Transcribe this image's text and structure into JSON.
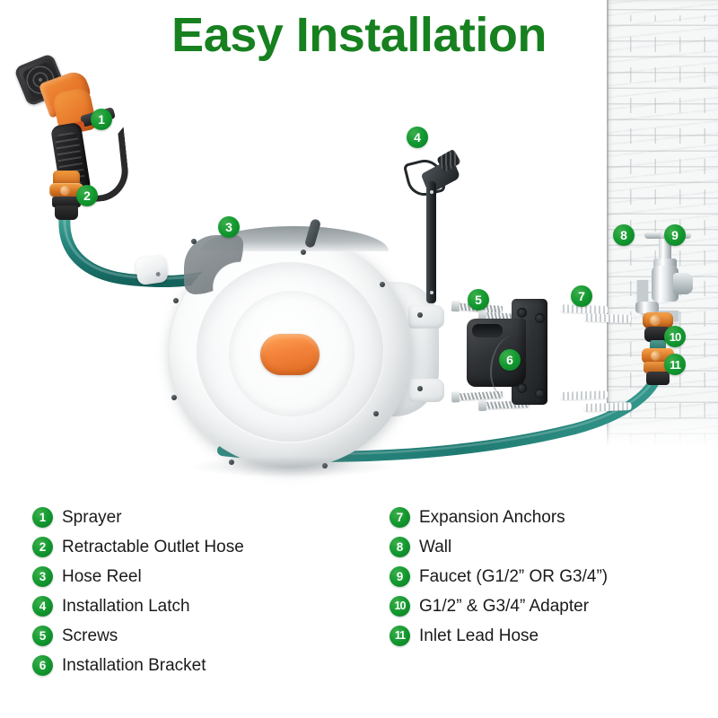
{
  "title": "Easy Installation",
  "colors": {
    "title_green": "#17801f",
    "badge_green": "#139a30",
    "accent_orange": "#f4823a",
    "hose_teal": "#2a8a80",
    "bracket_dark": "#2e3134",
    "wall_white": "#f6f7f7"
  },
  "legend": {
    "left": [
      {
        "num": "1",
        "label": "Sprayer"
      },
      {
        "num": "2",
        "label": "Retractable Outlet Hose"
      },
      {
        "num": "3",
        "label": "Hose Reel"
      },
      {
        "num": "4",
        "label": "Installation Latch"
      },
      {
        "num": "5",
        "label": "Screws"
      },
      {
        "num": "6",
        "label": "Installation Bracket"
      }
    ],
    "right": [
      {
        "num": "7",
        "label": "Expansion Anchors"
      },
      {
        "num": "8",
        "label": "Wall"
      },
      {
        "num": "9",
        "label": "Faucet (G1/2” OR G3/4”)"
      },
      {
        "num": "10",
        "label": "G1/2” & G3/4” Adapter"
      },
      {
        "num": "11",
        "label": "Inlet Lead Hose"
      }
    ]
  },
  "diagram": {
    "callouts": [
      {
        "num": "1",
        "target": "sprayer"
      },
      {
        "num": "2",
        "target": "retractable-outlet-hose"
      },
      {
        "num": "3",
        "target": "hose-reel"
      },
      {
        "num": "4",
        "target": "installation-latch"
      },
      {
        "num": "5",
        "target": "screws"
      },
      {
        "num": "6",
        "target": "installation-bracket"
      },
      {
        "num": "7",
        "target": "expansion-anchors"
      },
      {
        "num": "8",
        "target": "wall"
      },
      {
        "num": "9",
        "target": "faucet"
      },
      {
        "num": "10",
        "target": "adapter"
      },
      {
        "num": "11",
        "target": "inlet-lead-hose"
      }
    ]
  }
}
